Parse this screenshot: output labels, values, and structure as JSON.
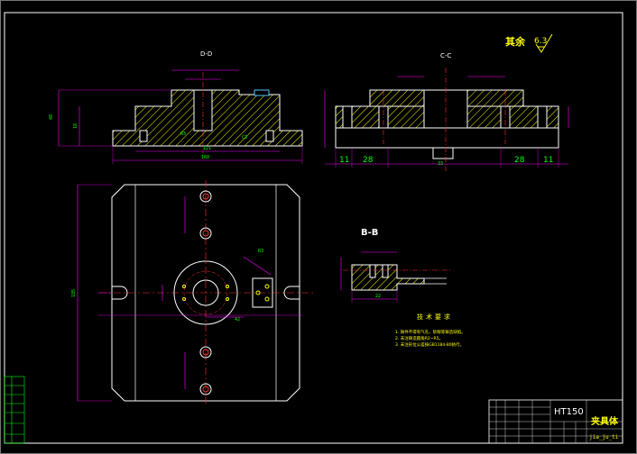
{
  "drawing": {
    "colors": {
      "background": "#000000",
      "frame": "#FFFFFF",
      "outline": "#FFFFFF",
      "dimension": "#FF00FF",
      "centerline": "#FF3030",
      "hatch": "#FFFF00",
      "hidden_edge": "#4FC3F7",
      "title_block": "#00FF00",
      "dim_text": "#00FF00",
      "note_text": "#FFFF00",
      "material_text": "#FFFFFF"
    },
    "views": {
      "section_dd_label": "D-D",
      "section_cc_label": "C-C",
      "section_bb_label": "B-B"
    },
    "surface_finish": {
      "prefix": "其余",
      "value": "6.3"
    },
    "dims_cc": {
      "left_a": "11",
      "left_b": "28",
      "center": "33",
      "right_b": "28",
      "right_a": "11"
    },
    "dims_dd": {
      "overall": "160",
      "inner": "121",
      "h1": "48",
      "h2": "18",
      "r1": "R3",
      "r2": "C3"
    },
    "dims_plan": {
      "height": "185",
      "d1": "42",
      "r": "R3"
    },
    "dims_bb": {
      "width": "22"
    },
    "notes": {
      "title": "技术要求",
      "lines": [
        "1. 铸件不得有气孔、砂眼等铸造缺陷。",
        "2. 未注铸造圆角R2~R5。",
        "3. 未注形位公差按GB1184-80执行。"
      ]
    },
    "title_block": {
      "material": "HT150",
      "part_name": "夹具体",
      "drawing_no": "jia_ju_ti"
    }
  }
}
